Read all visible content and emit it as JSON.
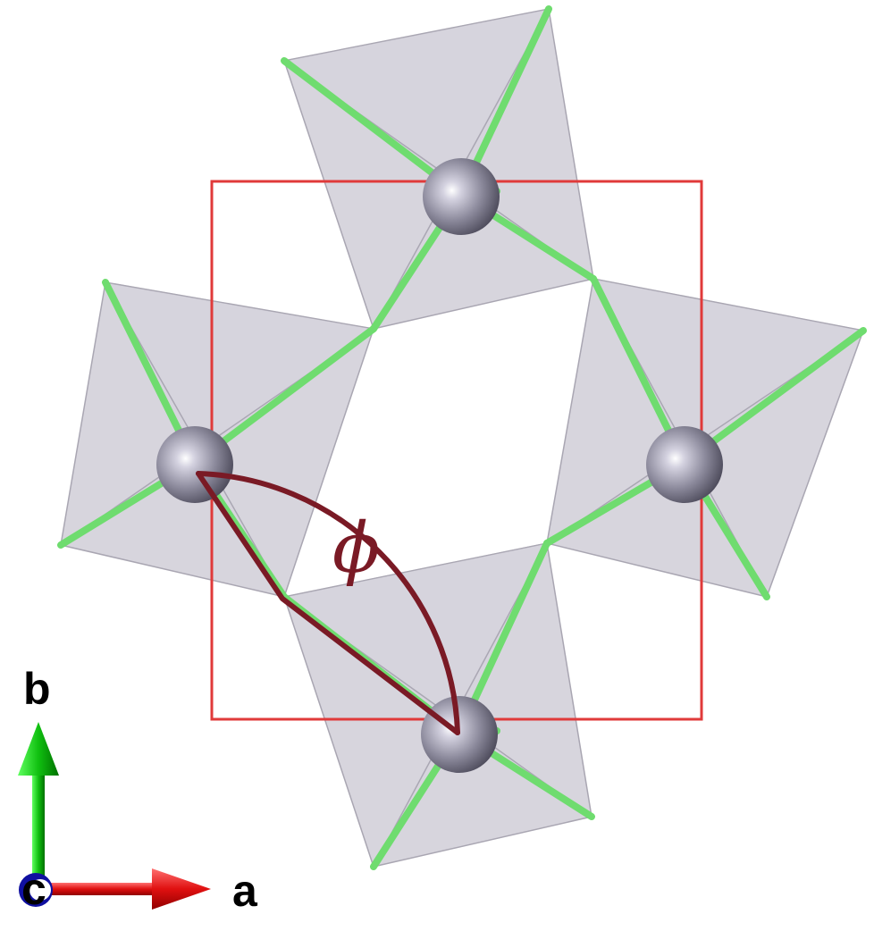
{
  "angle_label": "ϕ",
  "axes": {
    "a_label": "a",
    "b_label": "b",
    "c_label": "c"
  },
  "colors": {
    "unit_cell": "#e03a3a",
    "octahedron_face": "#c9c7d2",
    "octahedron_edge": "#a9a6b2",
    "bond": "#6fdc6f",
    "metal_atom": "#8a8898",
    "angle_marker": "#7a1a25",
    "axis_a": "#e01010",
    "axis_b": "#10c010",
    "axis_c": "#1010a0"
  },
  "icons": {
    "metal_atom": "sphere",
    "octahedron": "octahedron-polyhedron"
  }
}
